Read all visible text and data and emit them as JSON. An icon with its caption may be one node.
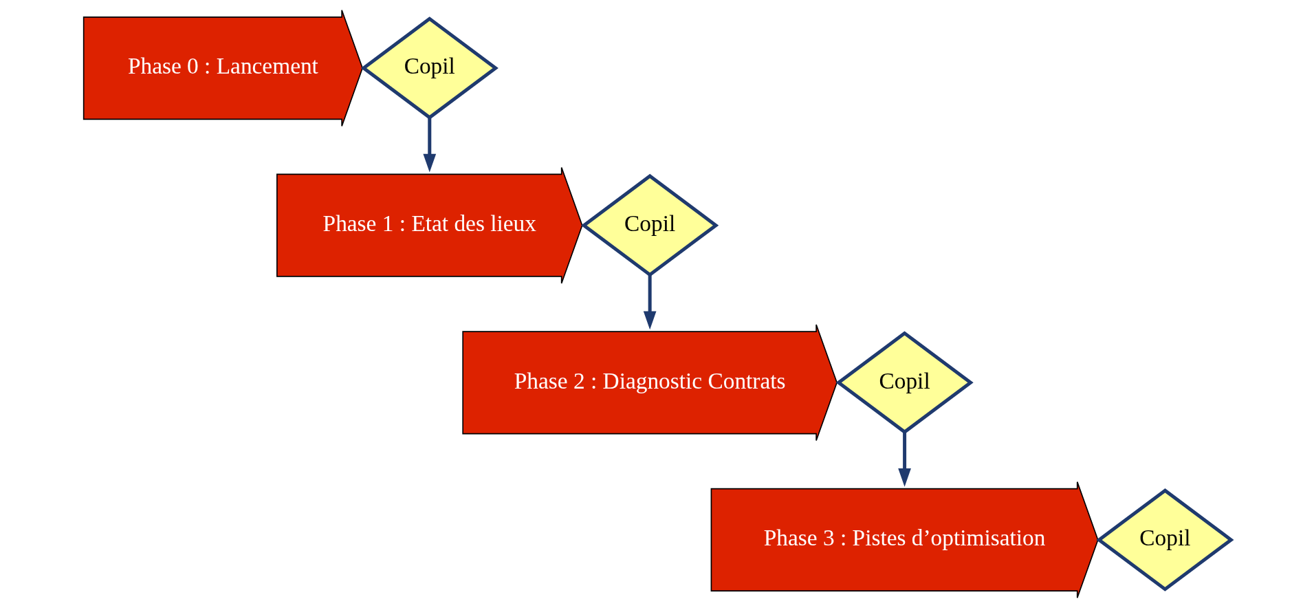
{
  "diagram": {
    "nodes": [
      {
        "text": [
          "Phase 0 : Lancement"
        ]
      },
      {
        "text": [
          "Copil"
        ]
      },
      {
        "text": [
          "Phase 1 : Etat des lieux"
        ]
      },
      {
        "text": [
          "Copil"
        ]
      },
      {
        "text": [
          "Phase 2 : Diagnostic Contrats"
        ]
      },
      {
        "text": [
          "Copil"
        ]
      },
      {
        "text": [
          "Phase 3 : Pistes d’optimisation"
        ]
      },
      {
        "text": [
          "Copil"
        ]
      }
    ],
    "edges": [
      {
        "from": 1,
        "to": 2,
        "arrow": "to"
      },
      {
        "from": 3,
        "to": 4,
        "arrow": "to"
      },
      {
        "from": 5,
        "to": 6,
        "arrow": "to"
      }
    ]
  }
}
